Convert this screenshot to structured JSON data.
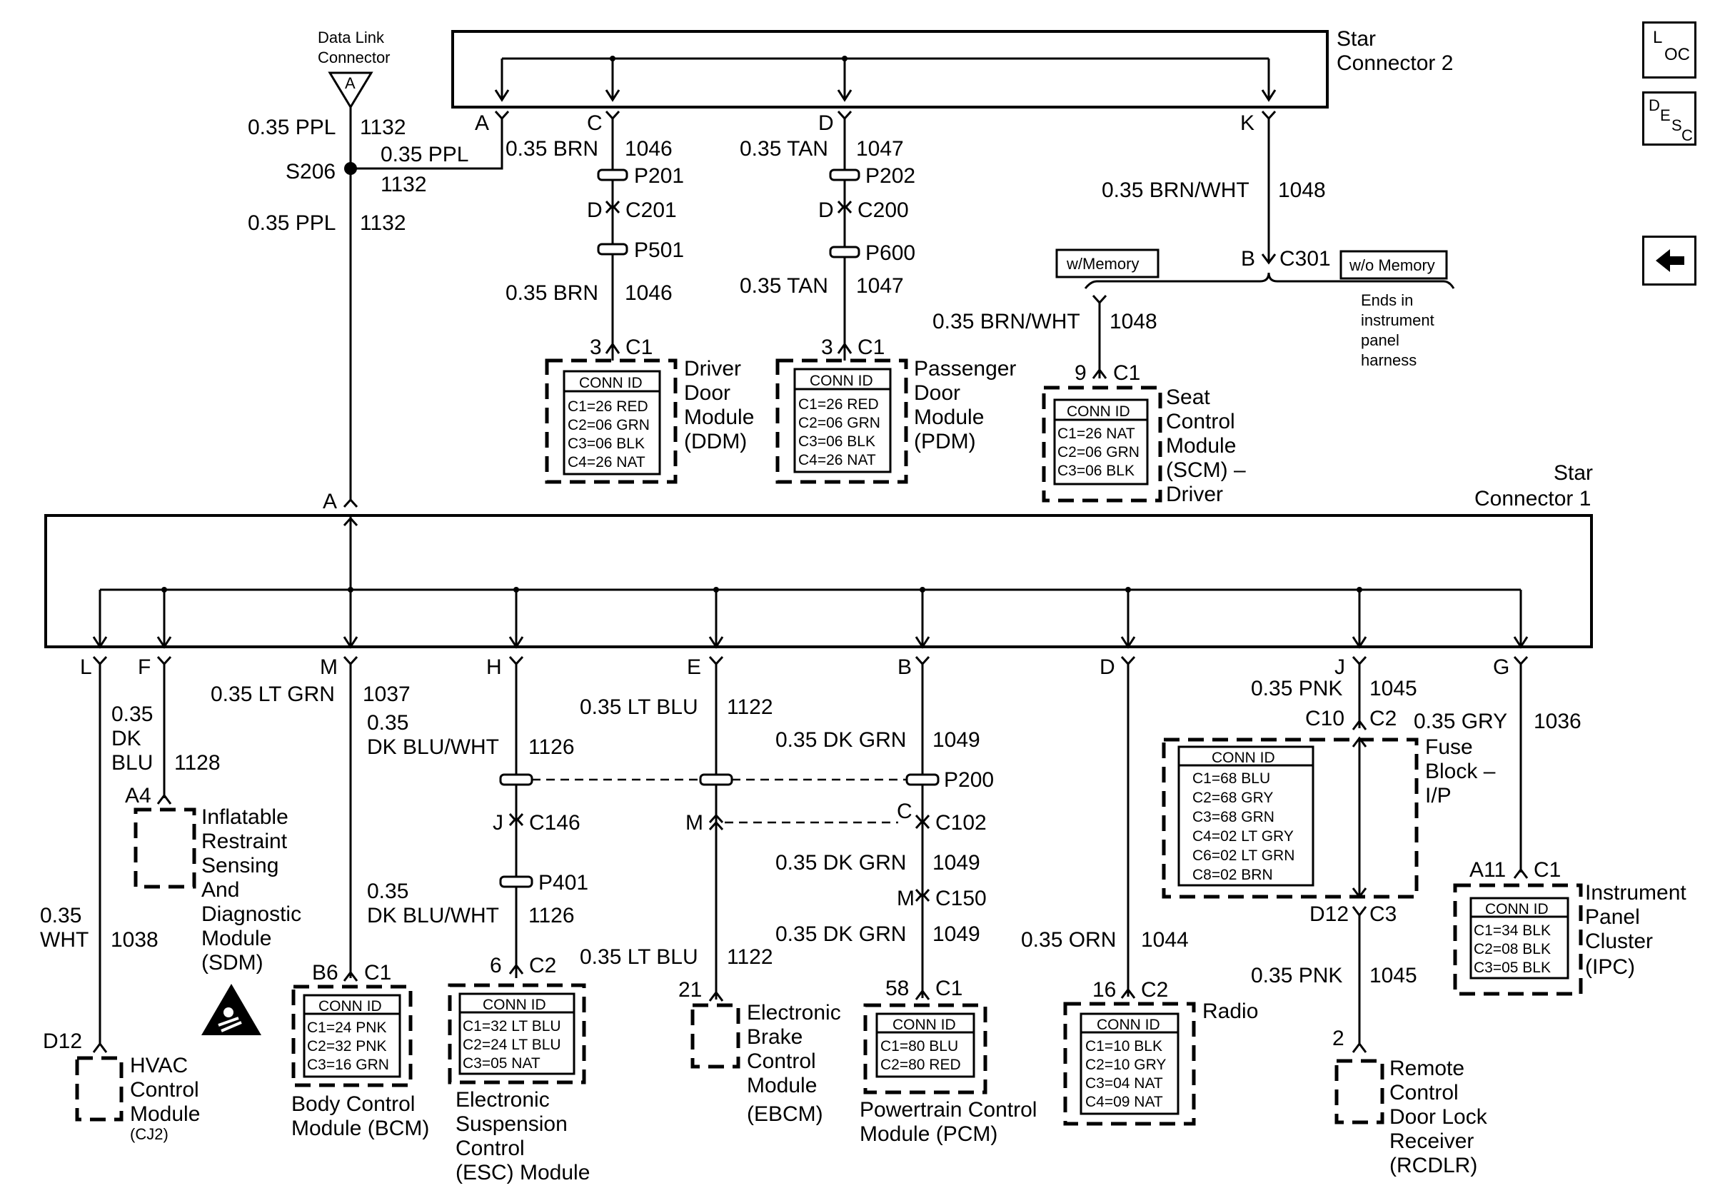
{
  "nav": {
    "loc": {
      "main": "L",
      "sub": "OC"
    },
    "desc": {
      "main": "D",
      "sup": "E",
      "mid": "S",
      "sub": "C"
    },
    "back_icon": "left-arrow-icon"
  },
  "labels": {
    "star2_line1": "Star",
    "star2_line2": "Connector  2",
    "star1_line1": "Star",
    "star1_line2": "Connector 1",
    "dlc_line1": "Data Link",
    "dlc_line2": "Connector",
    "dlc_pin": "A",
    "s206": "S206",
    "w1": "0.35 PPL",
    "c1": "1132",
    "w2": "0.35 PPL",
    "c2": "1132",
    "w3": "0.35 PPL",
    "c3": "1132",
    "s2_a": "A",
    "s2_c": "C",
    "s2_d": "D",
    "s2_k": "K",
    "brn1": "0.35 BRN",
    "c1046a": "1046",
    "p201": "P201",
    "d201": "D",
    "c201": "C201",
    "p501": "P501",
    "brn2": "0.35 BRN",
    "c1046b": "1046",
    "ddm_pin": "3",
    "ddm_conn": "C1",
    "tan1": "0.35 TAN",
    "c1047a": "1047",
    "p202": "P202",
    "d200": "D",
    "c200": "C200",
    "p600": "P600",
    "tan2": "0.35 TAN",
    "c1047b": "1047",
    "pdm_pin": "3",
    "pdm_conn": "C1",
    "brnwht1": "0.35 BRN/WHT",
    "c1048a": "1048",
    "b301": "B",
    "c301": "C301",
    "wmem": "w/Memory",
    "womem": "w/o Memory",
    "ends1": "Ends in",
    "ends2": "instrument",
    "ends3": "panel",
    "ends4": "harness",
    "brnwht2": "0.35 BRN/WHT",
    "c1048b": "1048",
    "scm_pin": "9",
    "scm_conn": "C1",
    "s1_a": "A",
    "s1_l": "L",
    "s1_f": "F",
    "s1_m": "M",
    "s1_h": "H",
    "s1_e": "E",
    "s1_b": "B",
    "s1_d": "D",
    "s1_j": "J",
    "s1_g": "G",
    "dkblu1": "0.35",
    "dkblu2": "DK",
    "dkblu3": "BLU",
    "c1128": "1128",
    "a4": "A4",
    "wht1": "0.35",
    "wht2": "WHT",
    "c1038": "1038",
    "d12h": "D12",
    "ltgrn": "0.35 LT GRN",
    "c1037": "1037",
    "bcm_pin": "B6",
    "bcm_conn": "C1",
    "dbw1a": "0.35",
    "dbw1b": "DK BLU/WHT",
    "c1126a": "1126",
    "j146": "J",
    "c146": "C146",
    "p401": "P401",
    "dbw2a": "0.35",
    "dbw2b": "DK BLU/WHT",
    "c1126b": "1126",
    "esc_pin": "6",
    "esc_conn": "C2",
    "ltblu1": "0.35 LT BLU",
    "c1122a": "1122",
    "m146": "M",
    "ltblu2": "0.35 LT BLU",
    "c1122b": "1122",
    "ebcm_pin": "21",
    "dkgrn1": "0.35 DK GRN",
    "c1049a": "1049",
    "p200": "P200",
    "c102p": "C",
    "c102": "C102",
    "dkgrn2": "0.35 DK GRN",
    "c1049b": "1049",
    "m150": "M",
    "c150": "C150",
    "dkgrn3": "0.35 DK GRN",
    "c1049c": "1049",
    "pcm_pin": "58",
    "pcm_conn": "C1",
    "orn": "0.35 ORN",
    "c1044": "1044",
    "radio_pin": "16",
    "radio_conn": "C2",
    "pnk1": "0.35 PNK",
    "c1045a": "1045",
    "c10": "C10",
    "c2fb": "C2",
    "d12c3": "D12",
    "c3fb": "C3",
    "pnk2": "0.35 PNK",
    "c1045b": "1045",
    "rcdlr_pin": "2",
    "gry": "0.35 GRY",
    "c1036": "1036",
    "ipc_pin": "A11",
    "ipc_conn": "C1"
  },
  "modules": {
    "ddm": {
      "name": [
        "Driver",
        "Door",
        "Module",
        "(DDM)"
      ]
    },
    "pdm": {
      "name": [
        "Passenger",
        "Door",
        "Module",
        "(PDM)"
      ]
    },
    "scm": {
      "name": [
        "Seat",
        "Control",
        "Module",
        "(SCM) –",
        "Driver"
      ]
    },
    "sdm": {
      "name": [
        "Inflatable",
        "Restraint",
        "Sensing",
        "And",
        "Diagnostic",
        "Module",
        "(SDM)"
      ]
    },
    "hvac": {
      "name": [
        "HVAC",
        "Control",
        "Module"
      ],
      "sub": "(CJ2)"
    },
    "bcm": {
      "name": [
        "Body Control",
        "Module (BCM)"
      ]
    },
    "esc": {
      "name": [
        "Electronic",
        "Suspension",
        "Control",
        "(ESC) Module"
      ]
    },
    "ebcm": {
      "name": [
        "Electronic",
        "Brake",
        "Control",
        "Module",
        "(EBCM)"
      ]
    },
    "pcm": {
      "name": [
        "Powertrain Control",
        "Module (PCM)"
      ]
    },
    "radio": {
      "name": [
        "Radio"
      ]
    },
    "fuse": {
      "name": [
        "Fuse",
        "Block –",
        "I/P"
      ]
    },
    "rcdlr": {
      "name": [
        "Remote",
        "Control",
        "Door Lock",
        "Receiver",
        "(RCDLR)"
      ]
    },
    "ipc": {
      "name": [
        "Instrument",
        "Panel",
        "Cluster",
        "(IPC)"
      ]
    }
  },
  "conn_ids": {
    "title": "CONN ID",
    "ddm": [
      "C1=26 RED",
      "C2=06 GRN",
      "C3=06 BLK",
      "C4=26 NAT"
    ],
    "pdm": [
      "C1=26 RED",
      "C2=06 GRN",
      "C3=06 BLK",
      "C4=26 NAT"
    ],
    "scm": [
      "C1=26 NAT",
      "C2=06 GRN",
      "C3=06 BLK"
    ],
    "bcm": [
      "C1=24 PNK",
      "C2=32 PNK",
      "C3=16 GRN"
    ],
    "esc": [
      "C1=32 LT BLU",
      "C2=24 LT BLU",
      "C3=05 NAT"
    ],
    "pcm": [
      "C1=80 BLU",
      "C2=80 RED"
    ],
    "radio": [
      "C1=10 BLK",
      "C2=10 GRY",
      "C3=04 NAT",
      "C4=09 NAT"
    ],
    "fuse": [
      "C1=68 BLU",
      "C2=68 GRY",
      "C3=68 GRN",
      "C4=02 LT GRY",
      "C6=02 LT GRN",
      "C8=02 BRN"
    ],
    "ipc": [
      "C1=34 BLK",
      "C2=08 BLK",
      "C3=05 BLK"
    ]
  }
}
